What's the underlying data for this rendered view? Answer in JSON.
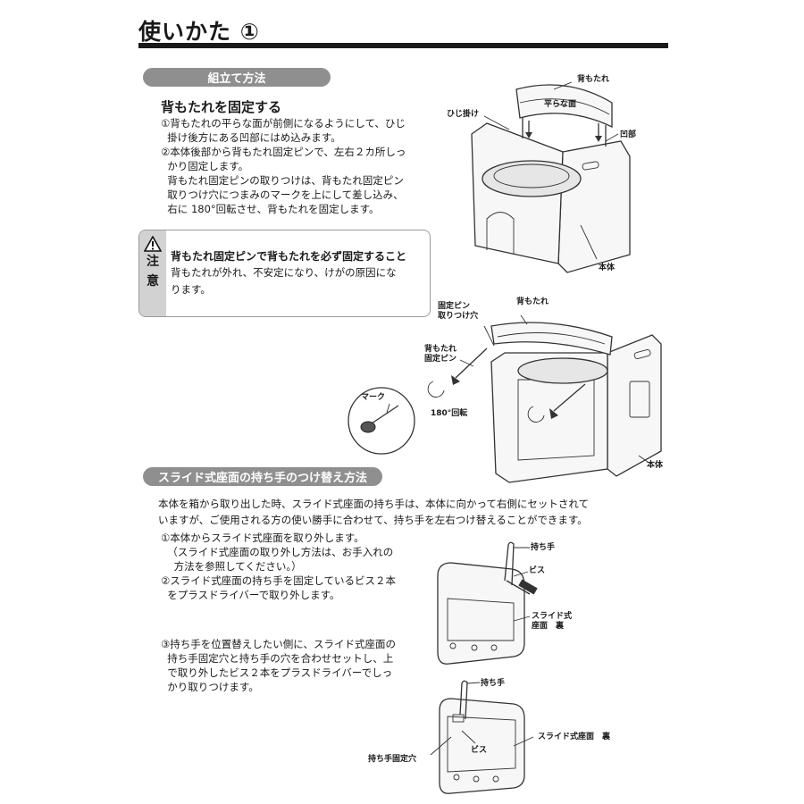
{
  "page": {
    "title": "使いかた ①"
  },
  "assembly": {
    "section_label": "組立て方法",
    "subheading": "背もたれを固定する",
    "steps": "①背もたれの平らな面が前側になるようにして、ひじ\n  掛け後方にある凹部にはめ込みます。\n②本体後部から背もたれ固定ピンで、左右２カ所しっ\n  かり固定します。\n  背もたれ固定ピンの取りつけは、背もたれ固定ピン\n  取りつけ穴につまみのマークを上にして差し込み、\n  右に 180°回転させ、背もたれを固定します。"
  },
  "caution": {
    "icon": "warning-triangle-icon",
    "chars": [
      "注",
      "意"
    ],
    "heading": "背もたれ固定ピンで背もたれを必ず固定すること",
    "body": "背もたれが外れ、不安定になり、けがの原因にな\nります。"
  },
  "diagram1": {
    "backrest": "背もたれ",
    "flat_face": "平らな面",
    "armrest": "ひじ掛け",
    "recess": "凹部",
    "body": "本体"
  },
  "diagram2": {
    "pin_hole": "固定ピン\n取りつけ穴",
    "backrest": "背もたれ",
    "fixing_pin": "背もたれ\n固定ピン",
    "mark": "マーク",
    "rotation": "180°回転",
    "body": "本体"
  },
  "handle": {
    "section_label": "スライド式座面の持ち手のつけ替え方法",
    "intro": "本体を箱から取り出した時、スライド式座面の持ち手は、本体に向かって右側にセットされて\nいますが、ご使用される方の使い勝手に合わせて、持ち手を左右つけ替えることができます。",
    "steps_a": "①本体からスライド式座面を取り外します。\n  （スライド式座面の取り外し方法は、お手入れの\n    方法を参照してください。）\n②スライド式座面の持ち手を固定しているビス２本\n  をプラスドライバーで取り外します。",
    "steps_b": "③持ち手を位置替えしたい側に、スライド式座面の\n  持ち手固定穴と持ち手の穴を合わせセットし、上\n  で取り外したビス２本をプラスドライバーでしっ\n  かり取りつけます。"
  },
  "diagram3": {
    "handle": "持ち手",
    "screw": "ビス",
    "seat_back": "スライド式\n座面　裏"
  },
  "diagram4": {
    "handle": "持ち手",
    "seat_back": "スライド式座面　裏",
    "screw": "ビス",
    "fix_hole": "持ち手固定穴"
  }
}
